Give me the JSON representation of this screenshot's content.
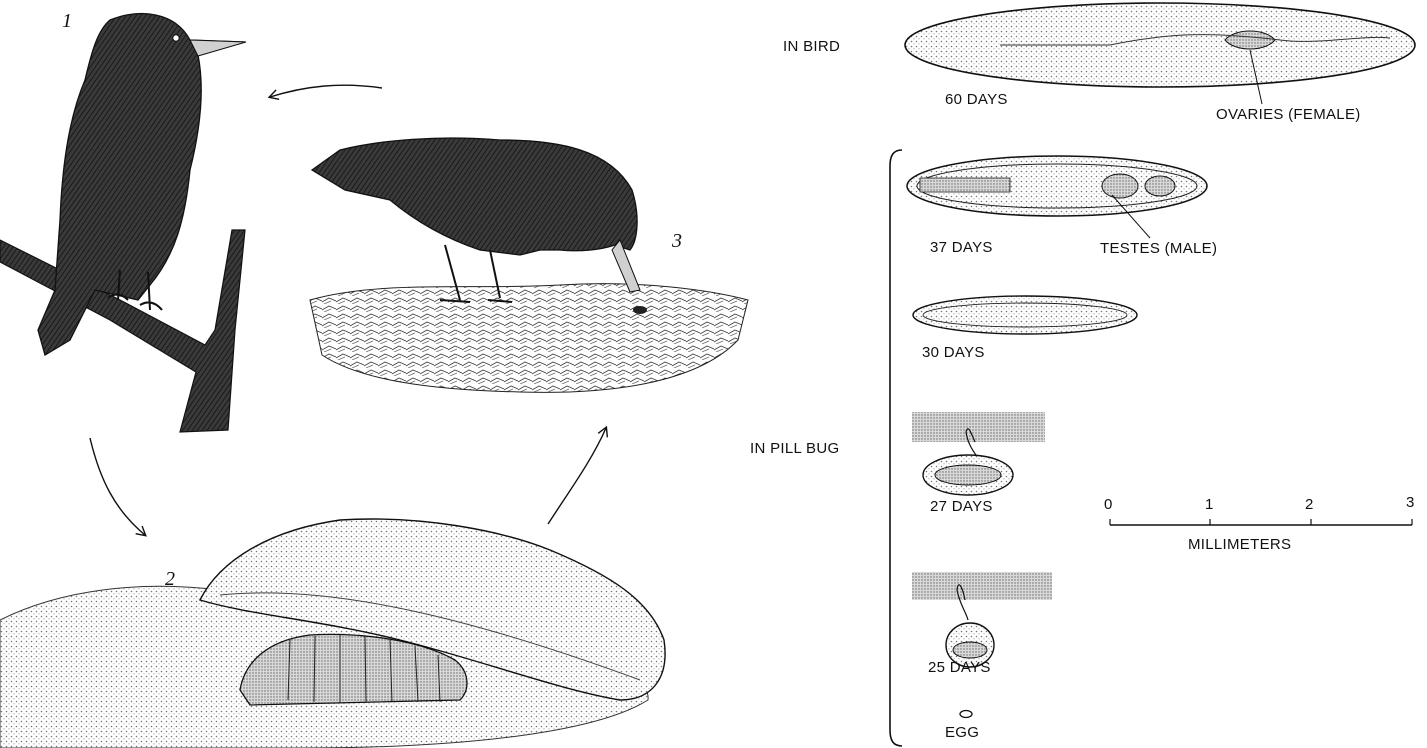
{
  "figure": {
    "stage_numbers": [
      "1",
      "2",
      "3"
    ]
  },
  "host_labels": {
    "bird": "IN BIRD",
    "pill_bug": "IN PILL BUG"
  },
  "stages": [
    {
      "label": "60 DAYS"
    },
    {
      "label": "37 DAYS"
    },
    {
      "label": "30 DAYS"
    },
    {
      "label": "27 DAYS"
    },
    {
      "label": "25 DAYS"
    },
    {
      "label": "EGG"
    }
  ],
  "annotations": {
    "ovaries": "OVARIES (FEMALE)",
    "testes": "TESTES (MALE)"
  },
  "scale_bar": {
    "ticks": [
      "0",
      "1",
      "2",
      "3"
    ],
    "unit_label": "MILLIMETERS"
  },
  "colors": {
    "ink": "#111111",
    "paper": "#ffffff",
    "stipple": "#bdbdbd"
  }
}
